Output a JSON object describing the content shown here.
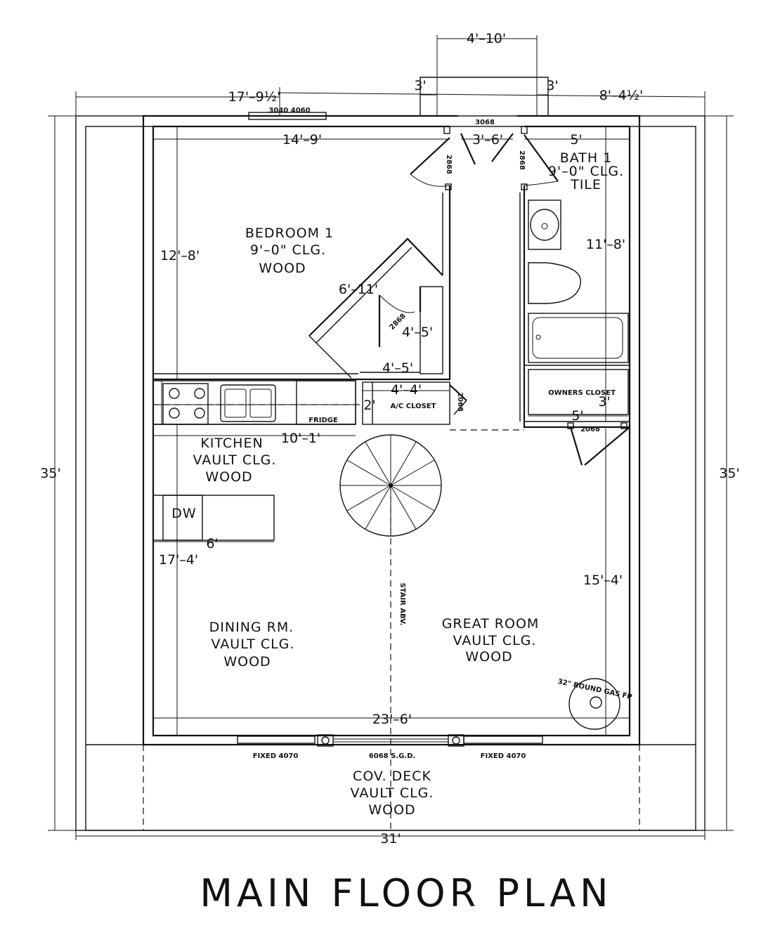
{
  "title": "MAIN FLOOR PLAN",
  "rooms": {
    "bedroom": {
      "name": "BEDROOM 1",
      "ceiling": "9'–0\" CLG.",
      "floor": "WOOD"
    },
    "bath": {
      "name": "BATH 1",
      "ceiling": "9'–0\" CLG.",
      "floor": "TILE"
    },
    "kitchen": {
      "name": "KITCHEN",
      "ceiling": "VAULT CLG.",
      "floor": "WOOD"
    },
    "dining": {
      "name": "DINING RM.",
      "ceiling": "VAULT CLG.",
      "floor": "WOOD"
    },
    "great": {
      "name": "GREAT ROOM",
      "ceiling": "VAULT CLG.",
      "floor": "WOOD"
    },
    "deck": {
      "name": "COV. DECK",
      "ceiling": "VAULT CLG.",
      "floor": "WOOD"
    }
  },
  "fixtures": {
    "fridge": "FRIDGE",
    "dw": "DW",
    "owners_closet": "OWNERS CLOSET",
    "ac_closet": "A/C CLOSET",
    "fixed_left": "FIXED 4070",
    "fixed_right": "FIXED 4070",
    "sgd": "6068 S.G.D.",
    "window_top": "3040 4060",
    "stove": "32\" ROUND GAS FP",
    "stair_note": "STAIR ABV.",
    "door_entry": "3068",
    "door_bed": "2868",
    "door_bath": "2868",
    "door_closet": "2868",
    "door_ac": "2068",
    "door_owners": "2068"
  },
  "dimensions": {
    "top_left": "17'–9½'",
    "top_right": "8'–4½'",
    "porch_width": "4'–10'",
    "porch_left": "3'",
    "porch_right": "3'",
    "bed_width": "14'–9'",
    "entry_width": "3'–6'",
    "bath_width": "5'",
    "bed_height": "12'–8'",
    "bath_height": "11'–8'",
    "closet_diag": "6'–11'",
    "closet_h": "4'–5'",
    "closet_w": "4'–5'",
    "ac_w": "4'–4'",
    "ac_d": "2'",
    "owners_d": "3'",
    "owners_w": "5'",
    "kitchen_w": "10'–1'",
    "island_w": "6'",
    "living_h": "17'–4'",
    "great_h": "15'–4'",
    "inner_w": "23'–6'",
    "overall_h_left": "35'",
    "overall_h_right": "35'",
    "overall_w": "31'"
  }
}
